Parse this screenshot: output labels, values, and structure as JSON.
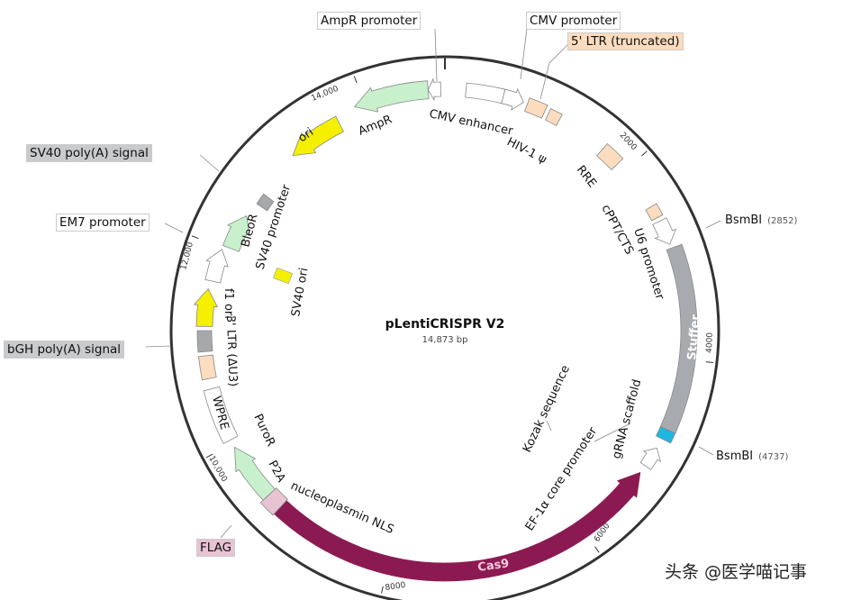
{
  "plasmid": {
    "name": "pLentiCRISPR V2",
    "length": "14,873 bp"
  },
  "callouts": {
    "ampr_promoter": "AmpR promoter",
    "cmv_promoter": "CMV promoter",
    "ltr5_truncated": "5' LTR (truncated)",
    "sv40_polya": "SV40 poly(A) signal",
    "em7_promoter": "EM7 promoter",
    "bgh_polya": "bGH poly(A) signal",
    "flag": "FLAG"
  },
  "sites": [
    {
      "name": "BsmBI",
      "position": "(2852)"
    },
    {
      "name": "BsmBI",
      "position": "(4737)"
    }
  ],
  "feature_labels": {
    "ampr": "AmpR",
    "cmv_enhancer": "CMV enhancer",
    "hiv_psi": "HIV-1 ψ",
    "rre": "RRE",
    "cppt": "cPPT/CTS",
    "u6": "U6 promoter",
    "stuffer": "Stuffer",
    "grna": "gRNA scaffold",
    "kozak": "Kozak sequence",
    "ef1a": "EF-1α core promoter",
    "cas9": "Cas9",
    "nls": "nucleoplasmin NLS",
    "p2a": "P2A",
    "puror": "PuroR",
    "wpre": "WPRE",
    "ltr3": "3' LTR (ΔU3)",
    "f1ori": "f1 ori",
    "sv40_promoter": "SV40 promoter",
    "bleor": "BleoR",
    "sv40_ori": "SV40 ori",
    "ori": "ori"
  },
  "ticks": [
    "14,000",
    "2000",
    "4000",
    "6000",
    "8000",
    "10,000",
    "12,000"
  ],
  "watermark": "头条 @医学喵记事",
  "colors": {
    "backbone": "#333333",
    "resistance": "#c8f0cc",
    "ori": "#f4f000",
    "ltr": "#fbdcbf",
    "polya": "#a6a8ab",
    "promoter": "#ffffff",
    "stuffer": "#a7abb0",
    "bsmbi": "#1fb6e0",
    "cas9": "#8c1a52",
    "flag": "#e7c3d3"
  }
}
